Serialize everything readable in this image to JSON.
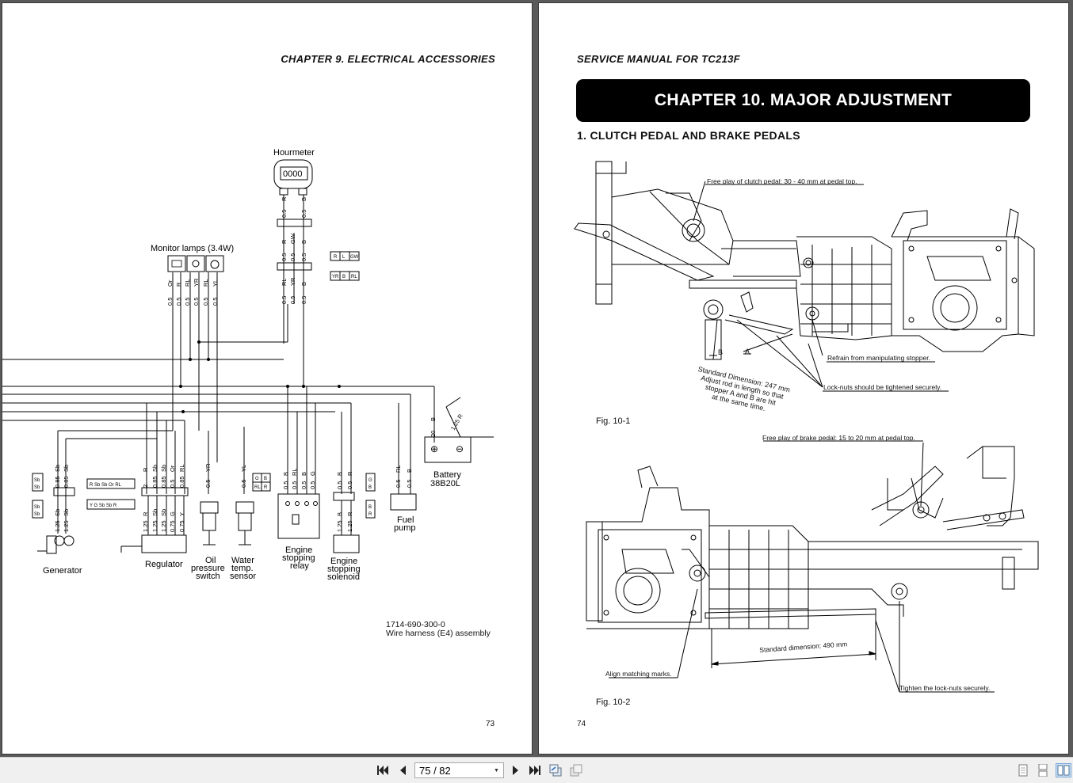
{
  "left_page": {
    "header": "CHAPTER 9. ELECTRICAL ACCESSORIES",
    "page_number": "73",
    "part_number": "1714-690-300-0",
    "part_name": "Wire harness (E4) assembly",
    "components": {
      "hourmeter": "Hourmeter",
      "hourmeter_display": "0000",
      "monitor_lamps": "Monitor lamps (3.4W)",
      "generator": "Generator",
      "regulator": "Regulator",
      "oil_pressure_1": "Oil",
      "oil_pressure_2": "pressure",
      "oil_pressure_3": "switch",
      "water_temp_1": "Water",
      "water_temp_2": "temp.",
      "water_temp_3": "sensor",
      "relay_1": "Engine",
      "relay_2": "stopping",
      "relay_3": "relay",
      "solenoid_1": "Engine",
      "solenoid_2": "stopping",
      "solenoid_3": "solenoid",
      "fuel_pump_1": "Fuel",
      "fuel_pump_2": "pump",
      "battery_1": "Battery",
      "battery_2": "38B20L"
    }
  },
  "right_page": {
    "header": "SERVICE MANUAL FOR TC213F",
    "chapter_title": "CHAPTER 10. MAJOR ADJUSTMENT",
    "section_title": "1.   CLUTCH PEDAL AND BRAKE PEDALS",
    "page_number": "74",
    "fig1": {
      "caption": "Fig. 10-1",
      "note_clutch": "Free play of clutch pedal: 30 - 40 mm at pedal top.",
      "note_stopper": "Refrain from manipulating stopper.",
      "note_locknuts": "Lock-nuts should be tightened securely.",
      "std_dim_1": "Standard Dimension: 247 mm",
      "std_dim_2": "Adjust rod in length so that",
      "std_dim_3": "stopper A and B are hit",
      "std_dim_4": "at the same time.",
      "label_a": "A",
      "label_b": "B"
    },
    "fig2": {
      "caption": "Fig. 10-2",
      "note_brake": "Free play of brake pedal: 15 to 20 mm at pedal top.",
      "note_std": "Standard dimension: 490 mm",
      "note_align": "Align matching marks.",
      "note_tighten": "Tighten the lock-nuts securely."
    }
  },
  "toolbar": {
    "page_indicator": "75 / 82",
    "icons": [
      "first-page-icon",
      "prev-page-icon",
      "next-page-icon",
      "last-page-icon",
      "history-back-icon",
      "history-forward-icon",
      "single-page-view-icon",
      "continuous-view-icon",
      "two-page-view-icon"
    ]
  }
}
